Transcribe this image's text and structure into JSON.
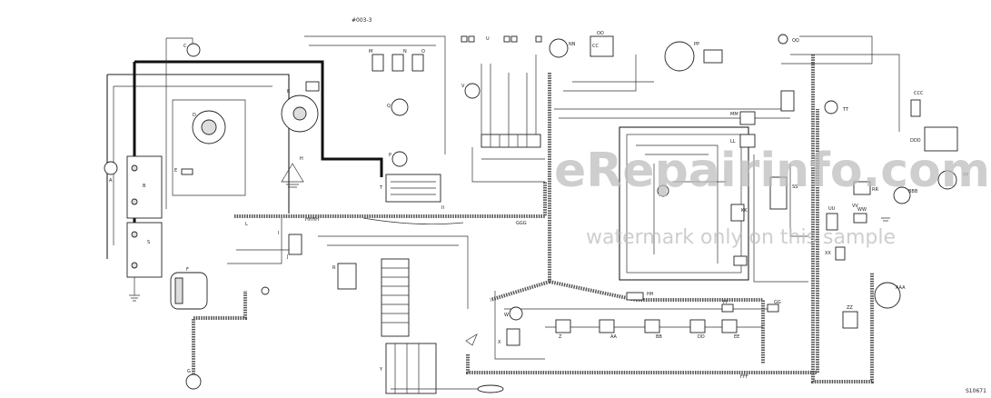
{
  "diagram": {
    "figure_code": "#003-3",
    "part_number": "S10671",
    "watermark": {
      "main": "eRepairinfo.com",
      "sub": "watermark only on this sample"
    },
    "component_labels": [
      {
        "id": "A",
        "text": "A"
      },
      {
        "id": "B",
        "text": "B"
      },
      {
        "id": "C",
        "text": "C"
      },
      {
        "id": "D",
        "text": "D"
      },
      {
        "id": "E",
        "text": "E"
      },
      {
        "id": "F",
        "text": "F"
      },
      {
        "id": "G",
        "text": "G"
      },
      {
        "id": "H",
        "text": "H"
      },
      {
        "id": "I",
        "text": "I"
      },
      {
        "id": "J",
        "text": "J"
      },
      {
        "id": "K",
        "text": "K"
      },
      {
        "id": "L",
        "text": "L"
      },
      {
        "id": "M",
        "text": "M"
      },
      {
        "id": "N",
        "text": "N"
      },
      {
        "id": "O",
        "text": "O"
      },
      {
        "id": "P",
        "text": "P"
      },
      {
        "id": "Q",
        "text": "Q"
      },
      {
        "id": "R",
        "text": "R"
      },
      {
        "id": "S",
        "text": "S"
      },
      {
        "id": "T",
        "text": "T"
      },
      {
        "id": "U",
        "text": "U"
      },
      {
        "id": "V",
        "text": "V"
      },
      {
        "id": "W",
        "text": "W"
      },
      {
        "id": "X",
        "text": "X"
      },
      {
        "id": "Y",
        "text": "Y"
      },
      {
        "id": "Z",
        "text": "Z"
      },
      {
        "id": "AA",
        "text": "AA"
      },
      {
        "id": "BB",
        "text": "BB"
      },
      {
        "id": "CC",
        "text": "CC"
      },
      {
        "id": "DD",
        "text": "DD"
      },
      {
        "id": "EE",
        "text": "EE"
      },
      {
        "id": "FF",
        "text": "FF"
      },
      {
        "id": "GG",
        "text": "GG"
      },
      {
        "id": "HH",
        "text": "HH"
      },
      {
        "id": "II",
        "text": "II"
      },
      {
        "id": "KK",
        "text": "KK"
      },
      {
        "id": "LL",
        "text": "LL"
      },
      {
        "id": "MM",
        "text": "MM"
      },
      {
        "id": "NN",
        "text": "NN"
      },
      {
        "id": "OO",
        "text": "OO"
      },
      {
        "id": "PP",
        "text": "PP"
      },
      {
        "id": "QQ",
        "text": "QQ"
      },
      {
        "id": "RR",
        "text": "RR"
      },
      {
        "id": "SS",
        "text": "SS"
      },
      {
        "id": "TT",
        "text": "TT"
      },
      {
        "id": "UU",
        "text": "UU"
      },
      {
        "id": "VV",
        "text": "VV"
      },
      {
        "id": "WW",
        "text": "WW"
      },
      {
        "id": "XX",
        "text": "XX"
      },
      {
        "id": "YY",
        "text": "YY"
      },
      {
        "id": "ZZ",
        "text": "ZZ"
      },
      {
        "id": "AAA",
        "text": "AAA"
      },
      {
        "id": "BBB",
        "text": "BBB"
      },
      {
        "id": "CCC",
        "text": "CCC"
      },
      {
        "id": "DDD",
        "text": "DDD"
      },
      {
        "id": "FFF",
        "text": "FFF"
      },
      {
        "id": "GGG",
        "text": "GGG"
      },
      {
        "id": "HHHH",
        "text": "HHHH"
      }
    ]
  }
}
